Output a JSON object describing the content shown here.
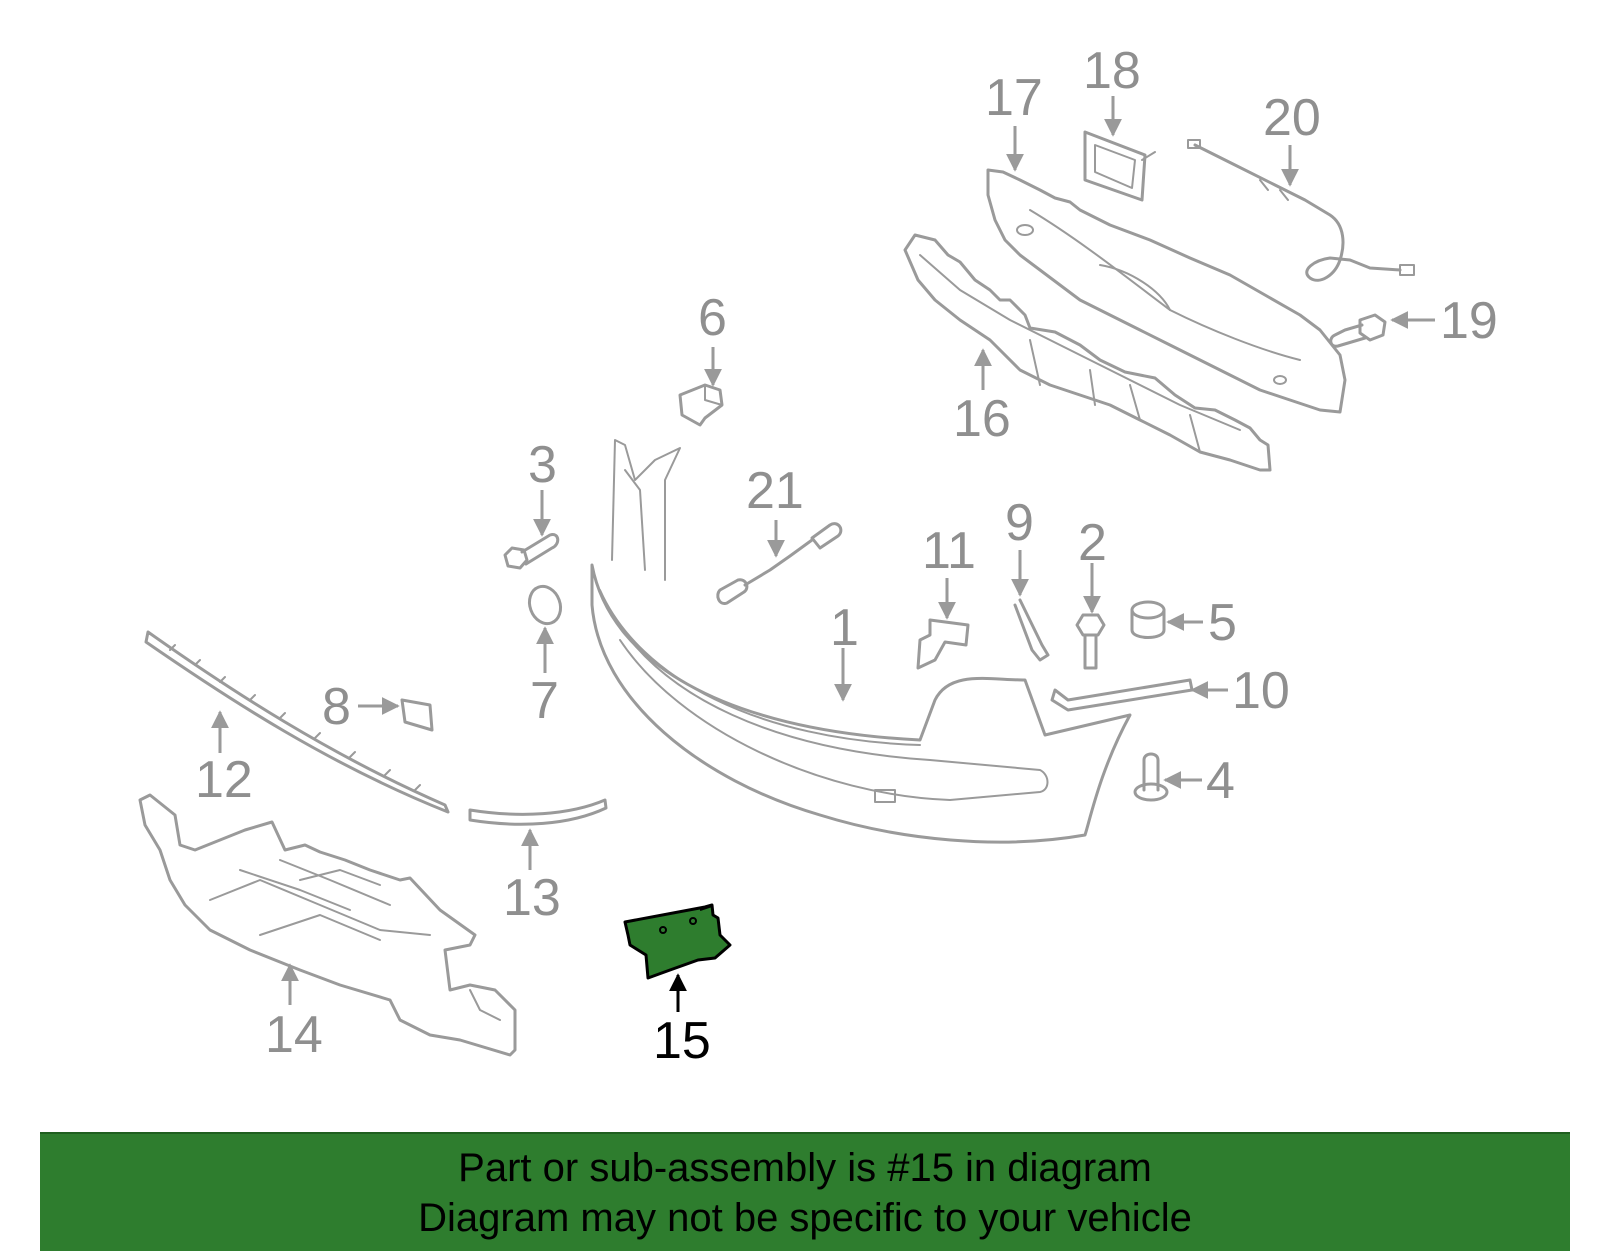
{
  "callouts": {
    "c1": "1",
    "c2": "2",
    "c3": "3",
    "c4": "4",
    "c5": "5",
    "c6": "6",
    "c7": "7",
    "c8": "8",
    "c9": "9",
    "c10": "10",
    "c11": "11",
    "c12": "12",
    "c13": "13",
    "c14": "14",
    "c15": "15",
    "c16": "16",
    "c17": "17",
    "c18": "18",
    "c19": "19",
    "c20": "20",
    "c21": "21"
  },
  "highlighted_part": "15",
  "colors": {
    "highlight_fill": "#2e7d2e",
    "part_stroke": "#9a9a9a",
    "banner_background": "#2e7d2e"
  },
  "banner": {
    "line1": "Part or sub-assembly is #15 in diagram",
    "line2": "Diagram may not be specific to your vehicle"
  }
}
